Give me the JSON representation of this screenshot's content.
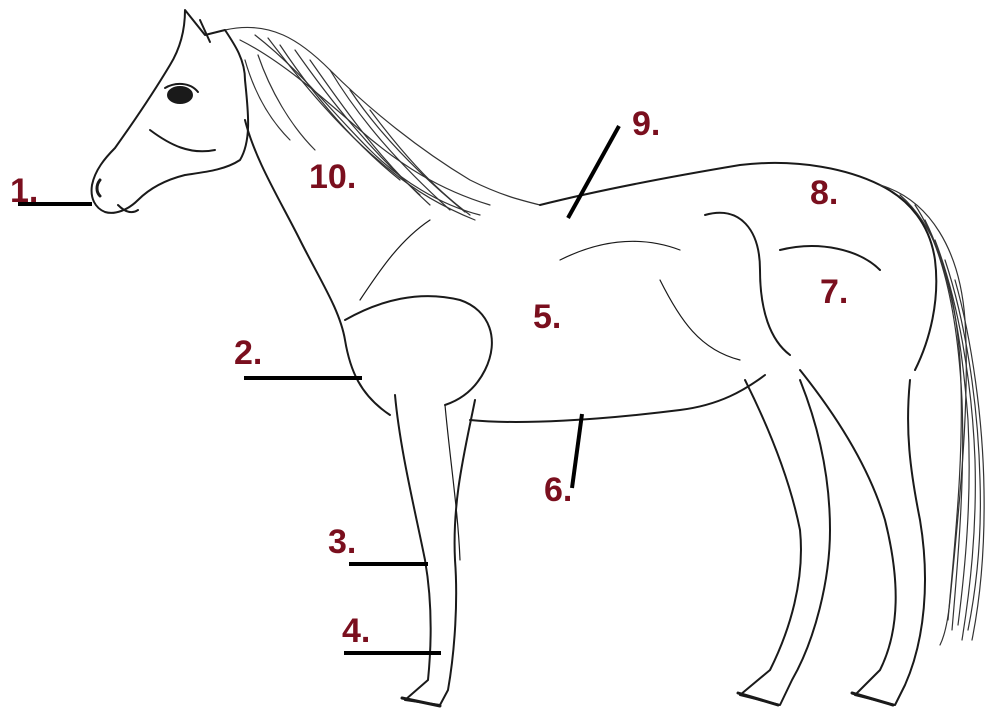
{
  "labels": {
    "l1": "1.",
    "l2": "2.",
    "l3": "3.",
    "l4": "4.",
    "l5": "5.",
    "l6": "6.",
    "l7": "7.",
    "l8": "8.",
    "l9": "9.",
    "l10": "10."
  },
  "colors": {
    "label": "#7a0f1e",
    "outline": "#1a1a1a",
    "pointer": "#000000"
  }
}
